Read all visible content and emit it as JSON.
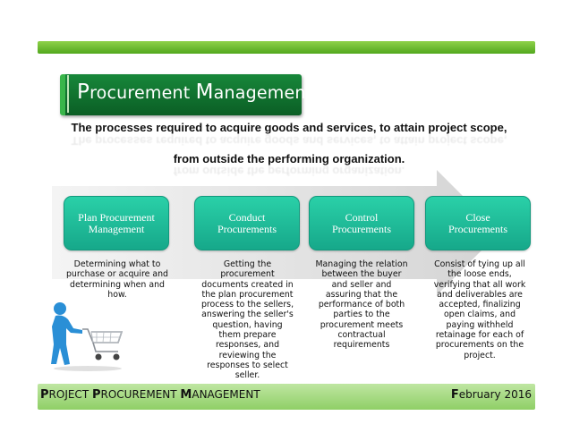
{
  "header": {
    "title_lead": "P",
    "title_rest1": "rocurement ",
    "title_mid": "M",
    "title_rest2": "anagement"
  },
  "subtitle": {
    "line1": "The processes required to acquire goods and services, to attain project scope,",
    "line2": "from outside the performing organization."
  },
  "steps": [
    {
      "label_line1": "Plan Procurement",
      "label_line2": "Management",
      "description": "Determining what to purchase or acquire and determining when and how."
    },
    {
      "label_line1": "Conduct",
      "label_line2": "Procurements",
      "description": "Getting the procurement documents created in the plan procurement process to the sellers, answering the seller's question, having them prepare responses, and reviewing the responses to select seller."
    },
    {
      "label_line1": "Control",
      "label_line2": "Procurements",
      "description": "Managing the relation between the buyer and seller and assuring that the performance of both parties to the procurement meets contractual requirements"
    },
    {
      "label_line1": "Close",
      "label_line2": "Procurements",
      "description": "Consist of tying up all the loose ends, verifying that all work and deliverables are accepted, finalizing open claims, and paying withheld retainage for each of procurements on the project."
    }
  ],
  "footer": {
    "left_p1": "P",
    "left_r1": "ROJECT ",
    "left_p2": "P",
    "left_r2": "ROCUREMENT ",
    "left_p3": "M",
    "left_r3": "ANAGEMENT",
    "right_f": "F",
    "right_rest": "ebruary 2016"
  },
  "colors": {
    "band_green": "#6dbf34",
    "title_green": "#137a33",
    "step_teal": "#1fbf9a",
    "arrow_gray": "#d9d9d9",
    "figure_blue": "#2a8fd6"
  },
  "icons": {
    "figure": "person-pushing-shopping-cart-icon",
    "arrow": "process-arrow-icon"
  }
}
